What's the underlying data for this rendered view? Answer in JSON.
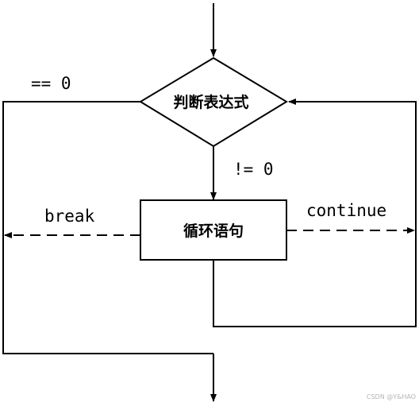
{
  "nodes": {
    "condition": {
      "label": "判断表达式",
      "shape": "diamond"
    },
    "loop_body": {
      "label": "循环语句",
      "shape": "rectangle"
    }
  },
  "edges": {
    "false_label": "== 0",
    "true_label": "!= 0",
    "break_label": "break",
    "continue_label": "continue"
  },
  "watermark": "CSDN @Y&HAO",
  "colors": {
    "line": "#000000",
    "background": "#ffffff",
    "watermark": "#b4b4b4"
  }
}
